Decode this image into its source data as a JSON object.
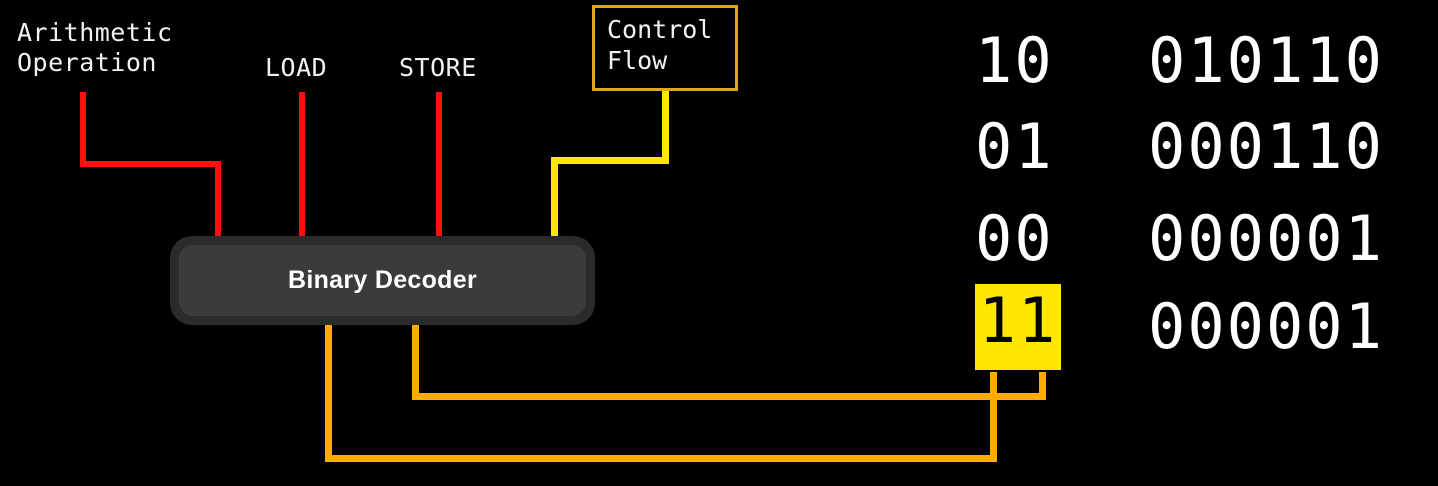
{
  "diagram": {
    "title": "Binary Decoder",
    "background_color": "#000000",
    "inputs": [
      {
        "label": "Arithmetic\nOperation",
        "wire_color": "#ff0f0f",
        "name": "arithmetic-operation"
      },
      {
        "label": "LOAD",
        "wire_color": "#ff0f0f",
        "name": "load"
      },
      {
        "label": "STORE",
        "wire_color": "#ff0f0f",
        "name": "store"
      },
      {
        "label": "Control\nFlow",
        "wire_color": "#ffe600",
        "name": "control-flow",
        "boxed": true,
        "box_border_color": "#e0a718"
      }
    ],
    "decoder": {
      "label": "Binary Decoder",
      "fill": "#3b3b3b",
      "frame": "#2b2b2b",
      "text_color": "#ffffff"
    },
    "output_wire_color": "#ffab00",
    "highlight_color": "#ffe600"
  },
  "chart_data": {
    "type": "table",
    "title": "Binary Decoder",
    "columns": [
      "input",
      "output"
    ],
    "rows": [
      {
        "input": "10",
        "output": "010110",
        "highlighted": false
      },
      {
        "input": "01",
        "output": "000110",
        "highlighted": false
      },
      {
        "input": "00",
        "output": "000001",
        "highlighted": false
      },
      {
        "input": "11",
        "output": "000001",
        "highlighted": true
      }
    ]
  }
}
